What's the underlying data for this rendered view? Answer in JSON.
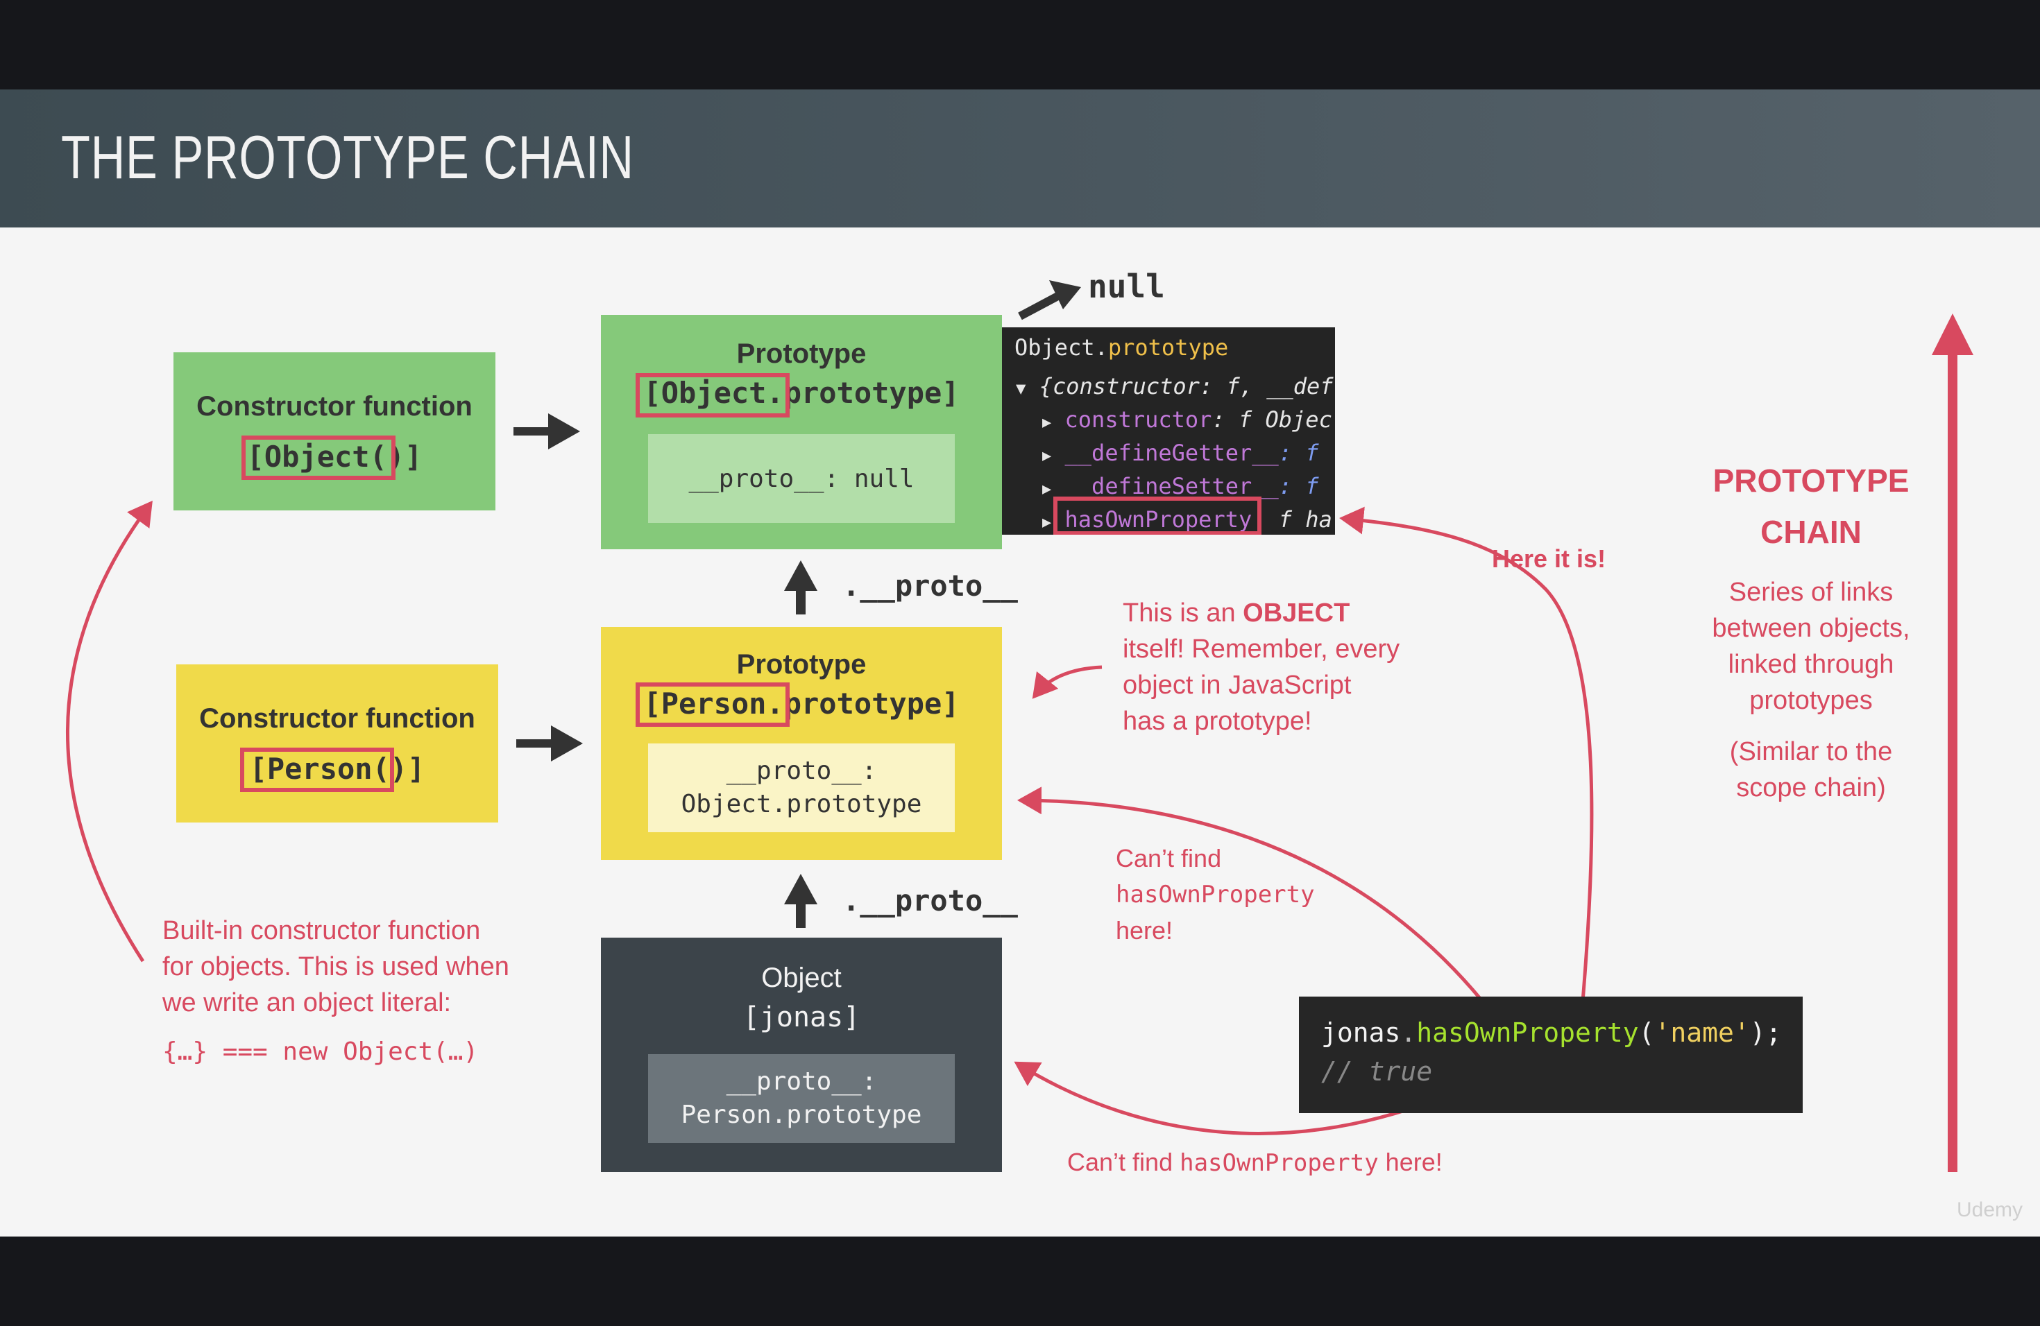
{
  "title": "THE PROTOTYPE CHAIN",
  "colors": {
    "accent_red": "#d8495f",
    "green_box": "#85c97a",
    "yellow_box": "#f0da4a",
    "dark_box": "#3c444a",
    "arrow": "#333333"
  },
  "object_constructor": {
    "heading": "Constructor function",
    "name": "[Object()]"
  },
  "object_prototype": {
    "heading": "Prototype",
    "name": "[Object.prototype]",
    "proto": "__proto__: null"
  },
  "person_constructor": {
    "heading": "Constructor function",
    "name": "[Person()]"
  },
  "person_prototype": {
    "heading": "Prototype",
    "name": "[Person.prototype]",
    "proto_line1": "__proto__:",
    "proto_line2": "Object.prototype"
  },
  "jonas_object": {
    "heading": "Object",
    "name": "[jonas]",
    "proto_line1": "__proto__:",
    "proto_line2": "Person.prototype"
  },
  "links": {
    "null_label": "null",
    "proto_link_upper": ".__proto__",
    "proto_link_lower": ".__proto__"
  },
  "console": {
    "line1_obj": "Object.",
    "line1_prop": "prototype",
    "line2": "{constructor: f, __def",
    "line3_key": "constructor",
    "line3_val": ": f Objec",
    "line4_key": "__defineGetter__",
    "line4_val": ": f",
    "line5_key": "__defineSetter__",
    "line5_val": ": f",
    "line6_key": "hasOwnProperty",
    "line6_val": "f ha"
  },
  "code": {
    "obj": "jonas",
    "dot": ".",
    "method": "hasOwnProperty",
    "open": "(",
    "arg": "'name'",
    "close": ");",
    "comment": "// true"
  },
  "notes": {
    "here_it_is": "Here it is!",
    "object_itself_1a": "This is an ",
    "object_itself_1b": "OBJECT",
    "object_itself_2": "itself! Remember, every",
    "object_itself_3": "object in JavaScript",
    "object_itself_4": "has a prototype!",
    "cant_find_1": "Can’t find",
    "cant_find_2": "hasOwnProperty",
    "cant_find_3": "here!",
    "cant_find_bottom_a": "Can’t find ",
    "cant_find_bottom_b": "hasOwnProperty",
    "cant_find_bottom_c": " here!",
    "builtin_1": "Built-in constructor function",
    "builtin_2": "for objects. This is used when",
    "builtin_3": "we write an object literal:",
    "builtin_code": "{…} === new Object(…)"
  },
  "sidebar": {
    "heading_1": "PROTOTYPE",
    "heading_2": "CHAIN",
    "desc_1": "Series of links",
    "desc_2": "between objects,",
    "desc_3": "linked through",
    "desc_4": "prototypes",
    "desc_5": "(Similar to the",
    "desc_6": "scope chain)"
  },
  "watermark": "Udemy"
}
